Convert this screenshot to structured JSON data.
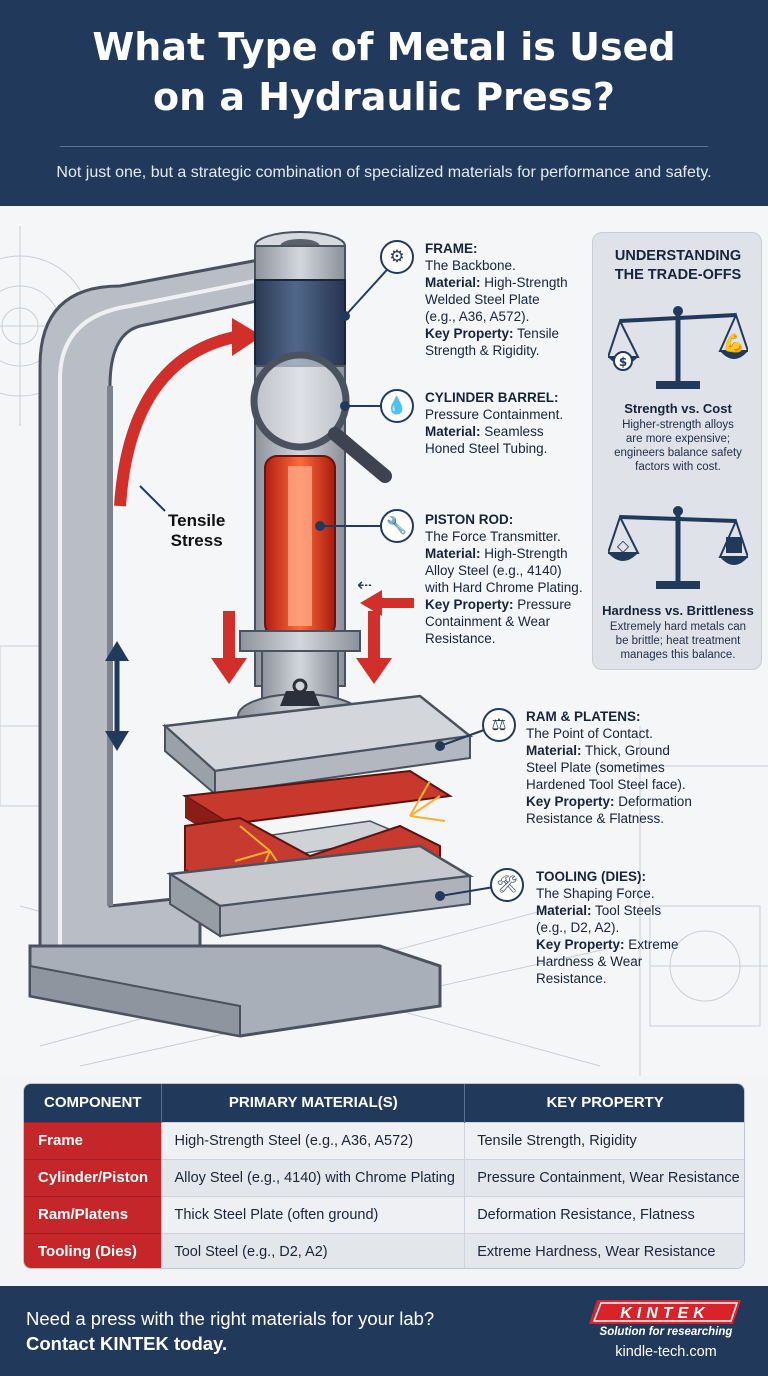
{
  "header": {
    "title_line1": "What Type of Metal is Used",
    "title_line2": "on a Hydraulic Press?",
    "subtitle": "Not just one, but a strategic combination of specialized materials for performance and safety."
  },
  "diagram": {
    "tensile_label_1": "Tensile",
    "tensile_label_2": "Stress"
  },
  "callouts": {
    "frame": {
      "heading": "FRAME:",
      "desc": "The Backbone.",
      "material_label": "Material:",
      "material_1": "High-Strength",
      "material_2": "Welded Steel Plate",
      "material_3": "(e.g., A36, A572).",
      "property_label": "Key Property:",
      "property_1": "Tensile",
      "property_2": "Strength & Rigidity."
    },
    "cylinder": {
      "heading": "CYLINDER BARREL:",
      "desc": "Pressure Containment.",
      "material_label": "Material:",
      "material_1": "Seamless",
      "material_2": "Honed Steel Tubing."
    },
    "piston": {
      "heading": "PISTON ROD:",
      "desc": "The Force Transmitter.",
      "material_label": "Material:",
      "material_1": "High-Strength",
      "material_2": "Alloy Steel (e.g., 4140)",
      "material_3": "with Hard Chrome Plating.",
      "property_label": "Key Property:",
      "property_1": "Pressure",
      "property_2": "Containment & Wear",
      "property_3": "Resistance."
    },
    "ram": {
      "heading": "RAM & PLATENS:",
      "desc": "The Point of Contact.",
      "material_label": "Material:",
      "material_1": "Thick, Ground",
      "material_2": "Steel Plate (sometimes",
      "material_3": "Hardened Tool Steel face).",
      "property_label": "Key Property:",
      "property_1": "Deformation",
      "property_2": "Resistance & Flatness."
    },
    "tooling": {
      "heading": "TOOLING (DIES):",
      "desc": "The Shaping Force.",
      "material_label": "Material:",
      "material_1": "Tool Steels",
      "material_2": "(e.g., D2, A2).",
      "property_label": "Key Property:",
      "property_1": "Extreme",
      "property_2": "Hardness & Wear",
      "property_3": "Resistance."
    }
  },
  "tradeoffs": {
    "title_1": "UNDERSTANDING",
    "title_2": "THE TRADE-OFFS",
    "items": [
      {
        "heading": "Strength vs. Cost",
        "body_1": "Higher-strength alloys",
        "body_2": "are more expensive;",
        "body_3": "engineers balance safety",
        "body_4": "factors with cost."
      },
      {
        "heading": "Hardness vs. Brittleness",
        "body_1": "Extremely hard metals can",
        "body_2": "be brittle; heat treatment",
        "body_3": "manages this balance.",
        "body_4": ""
      }
    ]
  },
  "table": {
    "headers": [
      "COMPONENT",
      "PRIMARY MATERIAL(S)",
      "KEY PROPERTY"
    ],
    "rows": [
      [
        "Frame",
        "High-Strength Steel (e.g., A36, A572)",
        "Tensile Strength, Rigidity"
      ],
      [
        "Cylinder/Piston",
        "Alloy Steel (e.g., 4140) with Chrome Plating",
        "Pressure Containment, Wear Resistance"
      ],
      [
        "Ram/Platens",
        "Thick Steel Plate (often ground)",
        "Deformation Resistance, Flatness"
      ],
      [
        "Tooling (Dies)",
        "Tool Steel (e.g., D2, A2)",
        "Extreme Hardness, Wear Resistance"
      ]
    ]
  },
  "footer": {
    "cta_line1": "Need a press with the right materials for your lab?",
    "cta_line2": "Contact KINTEK today.",
    "logo_text": "KINTEK",
    "tagline": "Solution for researching",
    "site": "kindle-tech.com"
  },
  "colors": {
    "navy": "#213a5c",
    "accent_red": "#c42629",
    "steel": "#b9bec6",
    "panel_bg": "#dfe2e8"
  },
  "icons": {
    "frame": "gear-icon",
    "cylinder": "droplet-icon",
    "piston": "wrench-icon",
    "ram": "weight-icon",
    "tooling": "tool-icon"
  }
}
